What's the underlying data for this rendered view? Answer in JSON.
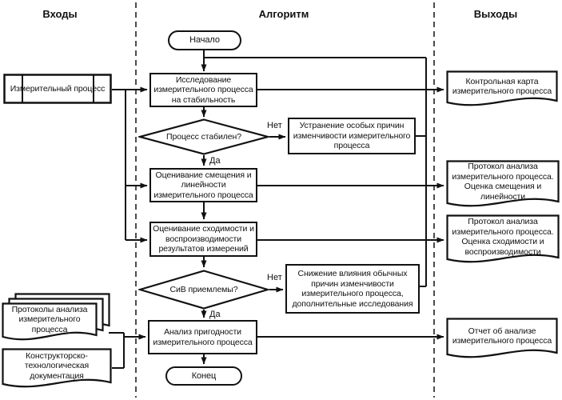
{
  "headers": {
    "inputs": "Входы",
    "algorithm": "Алгоритм",
    "outputs": "Выходы"
  },
  "flow": {
    "start": "Начало",
    "end": "Конец",
    "steps": {
      "stability": "Исследование измерительного процесса на стабильность",
      "bias_linearity": "Оценивание смещения и линейности измерительного процесса",
      "repeatability": "Оценивание сходимости и воспроизводимости результатов измерений",
      "suitability": "Анализ пригодности измерительного процесса"
    },
    "decisions": {
      "stable": {
        "question": "Процесс стабилен?",
        "yes": "Да",
        "no": "Нет"
      },
      "siv": {
        "question": "СиВ приемлемы?",
        "yes": "Да",
        "no": "Нет"
      }
    },
    "corrections": {
      "special_causes": "Устранение особых причин изменчивости измерительного процесса",
      "common_causes": "Снижение влияния обычных причин изменчивости измерительного процесса, дополнительные исследования"
    }
  },
  "inputs": {
    "measuring_process": "Измерительный процесс",
    "protocols": "Протоколы анализа измерительного процесса",
    "documentation": "Конструкторско-технологическая документация"
  },
  "outputs": {
    "control_chart": "Контрольная карта измерительного процесса",
    "bias_protocol": "Протокол анализа измерительного процесса. Оценка смещения и линейности",
    "siv_protocol": "Протокол анализа измерительного процесса. Оценка сходимости и воспроизводимости",
    "report": "Отчет об анализе измерительного процесса"
  },
  "colors": {
    "line": "#111111",
    "background": "#ffffff"
  }
}
